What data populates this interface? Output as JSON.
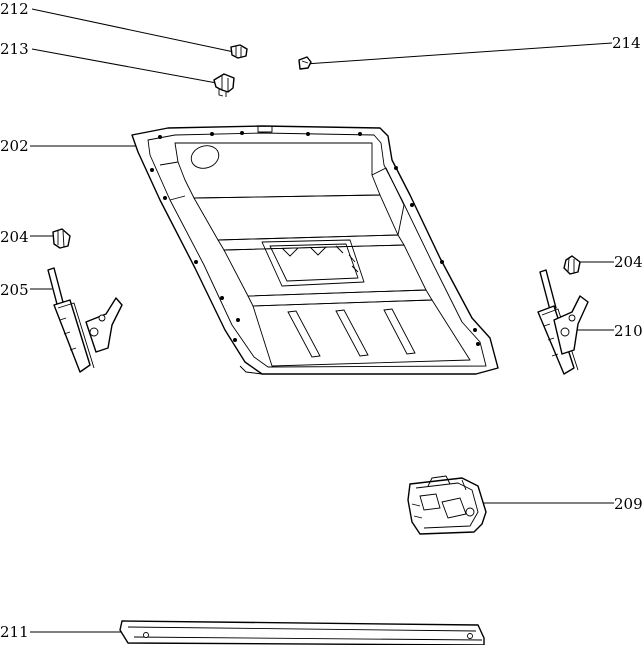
{
  "labels": {
    "p212": "212",
    "p213": "213",
    "p214": "214",
    "p202": "202",
    "p204_left": "204",
    "p204_right": "204",
    "p205": "205",
    "p210": "210",
    "p209": "209",
    "p211": "211"
  }
}
